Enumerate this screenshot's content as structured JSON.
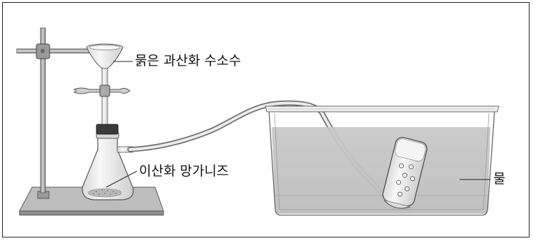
{
  "labels": {
    "hydrogen_peroxide": "묽은 과산화 수소수",
    "manganese_dioxide": "이산화 망가니즈",
    "water": "물"
  }
}
